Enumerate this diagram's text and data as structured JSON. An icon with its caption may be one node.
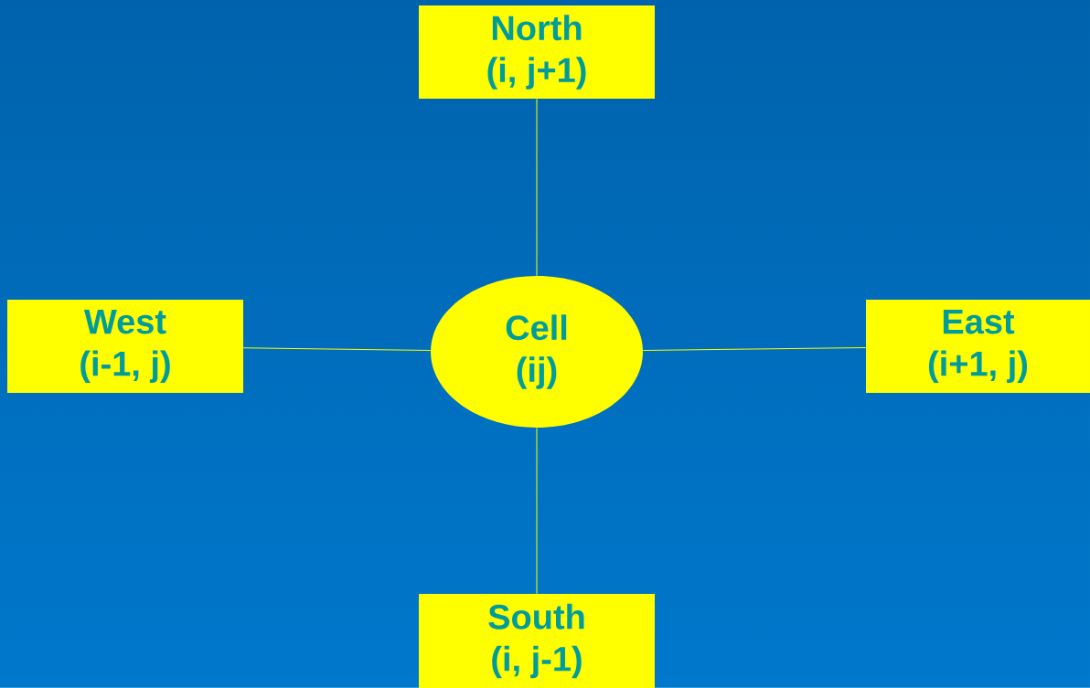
{
  "diagram": {
    "nodes": [
      {
        "text": [
          "North",
          "(i, j+1)"
        ]
      },
      {
        "text": [
          "West",
          "(i-1, j)"
        ]
      },
      {
        "text": [
          "Cell",
          "(ij)"
        ]
      },
      {
        "text": [
          "East",
          "(i+1, j)"
        ]
      },
      {
        "text": [
          "South",
          "(i, j-1)"
        ]
      }
    ],
    "edges": [
      {
        "from": 2,
        "to": 0,
        "arrow": "none"
      },
      {
        "from": 2,
        "to": 1,
        "arrow": "none"
      },
      {
        "from": 2,
        "to": 3,
        "arrow": "none"
      },
      {
        "from": 2,
        "to": 4,
        "arrow": "none"
      }
    ]
  }
}
